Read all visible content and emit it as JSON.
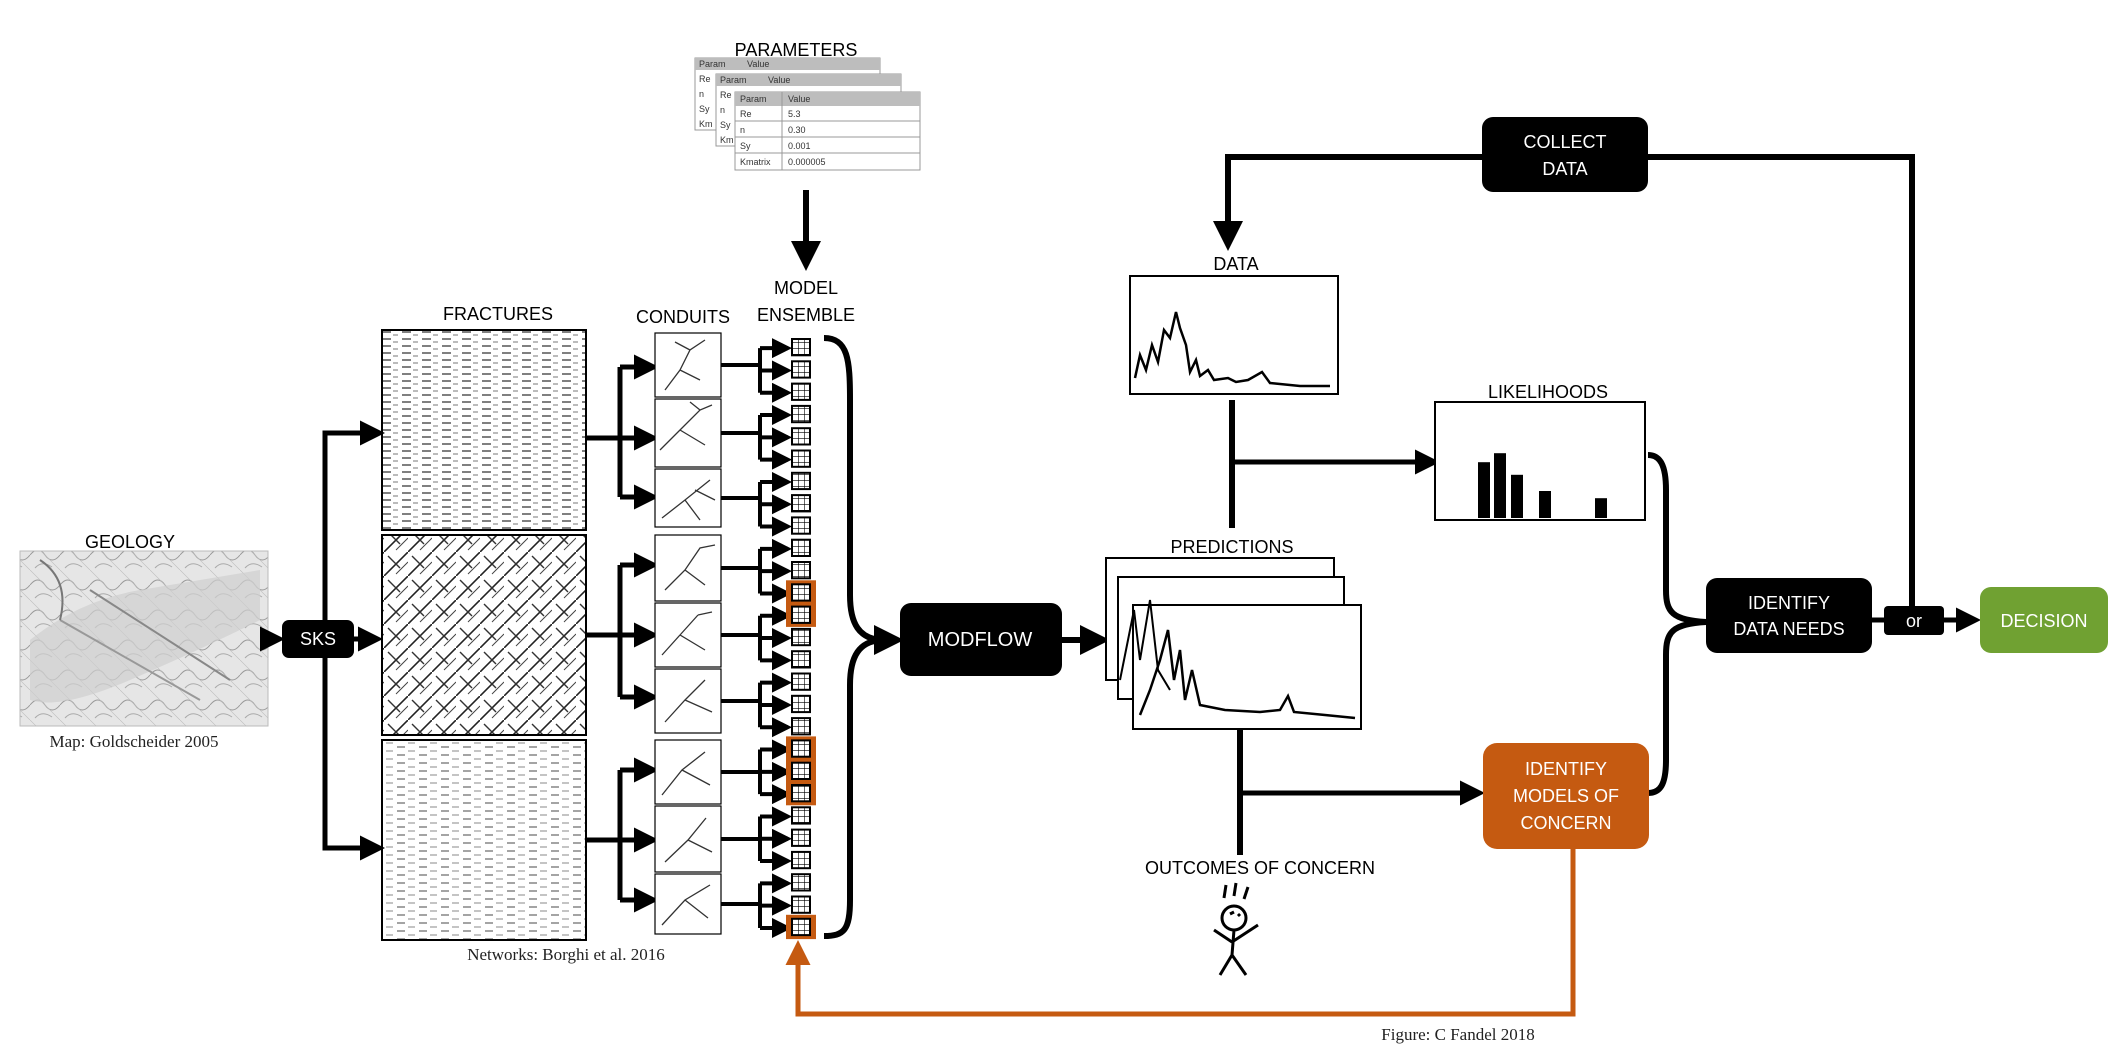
{
  "labels": {
    "parameters": "PARAMETERS",
    "model": "MODEL",
    "ensemble": "ENSEMBLE",
    "fractures": "FRACTURES",
    "conduits": "CONDUITS",
    "geology": "GEOLOGY",
    "data": "DATA",
    "likelihoods": "LIKELIHOODS",
    "predictions": "PREDICTIONS",
    "outcomes": "OUTCOMES OF CONCERN"
  },
  "nodes": {
    "sks": "SKS",
    "modflow": "MODFLOW",
    "collect_line1": "COLLECT",
    "collect_line2": "DATA",
    "identify_needs_line1": "IDENTIFY",
    "identify_needs_line2": "DATA NEEDS",
    "or": "or",
    "decision": "DECISION",
    "concern_line1": "IDENTIFY",
    "concern_line2": "MODELS OF",
    "concern_line3": "CONCERN"
  },
  "captions": {
    "map": "Map: Goldscheider 2005",
    "networks": "Networks: Borghi et al. 2016",
    "figure": "Figure: C Fandel 2018"
  },
  "param_table": {
    "headers": [
      "Param",
      "Value"
    ],
    "rows": [
      [
        "Re",
        "5.3"
      ],
      [
        "n",
        "0.30"
      ],
      [
        "Sy",
        "0.001"
      ],
      [
        "Kmatrix",
        "0.000005"
      ]
    ],
    "back_row_labels": [
      "Re",
      "n",
      "Sy",
      "Km"
    ]
  },
  "colors": {
    "black": "#000000",
    "orange": "#c55a11",
    "green": "#70a132"
  },
  "likelihood_bars": [
    0.62,
    0.72,
    0.48,
    0.3,
    0.22
  ]
}
